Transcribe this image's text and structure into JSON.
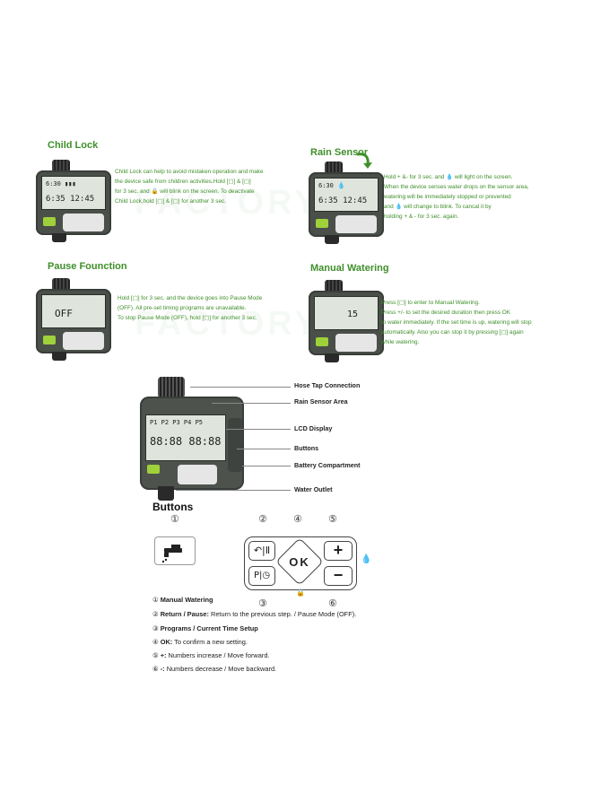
{
  "sections": {
    "child_lock": {
      "title": "Child Lock",
      "lines": [
        "Child Lock can help to avoid mistaken operation and make",
        " the device safe from children activities.Hold [▢] & [▢]",
        "for 3 sec. and 🔒 will blink on the screen. To deactivate",
        "Child Lock,hold [▢] & [▢] for another 3 sec."
      ]
    },
    "rain_sensor": {
      "title": "Rain Sensor",
      "lines": [
        "Hold + &- for 3 sec. and 💧 will light on the screen.",
        "When the device senses water drops on the sensor area,",
        "watering will be immediately stopped or prevented",
        "and 💧 will change to blink. To cancal it by",
        "holding + & - for 3 sec. again."
      ]
    },
    "pause": {
      "title": "Pause Founction",
      "lines": [
        "Hold [▢] for 3 sec. and the device goes into Pause Mode",
        "(OFF). All pre-set timing programs are unavailable.",
        "To stop Pause Mode (OFF), hold [▢] for another 3 sec."
      ],
      "lcd": "OFF"
    },
    "manual": {
      "title": "Manual Watering",
      "lines": [
        "Press [▢] to enter to Manual Watering.",
        "Press +/- to set the desired duration then press OK",
        "to water immediately. If the set time is up, watering will stop",
        "automatically. Also you can stop it by pressing [▢] again",
        "while watering."
      ],
      "lcd": "15"
    }
  },
  "device_labels": {
    "hose_tap": "Hose Tap Connection",
    "rain_sensor_area": "Rain Sensor Area",
    "lcd": "LCD Display",
    "buttons": "Buttons",
    "battery": "Battery Compartment",
    "outlet": "Water Outlet"
  },
  "buttons_section": {
    "title": "Buttons",
    "ok_label": "OK",
    "plus_label": "+",
    "minus_label": "−",
    "nums": [
      "①",
      "②",
      "③",
      "④",
      "⑤",
      "⑥"
    ]
  },
  "legend": [
    {
      "num": "①",
      "bold": "Manual Watering",
      "rest": ""
    },
    {
      "num": "②",
      "bold": "Return / Pause:",
      "rest": " Return to the previous step. / Pause Mode (OFF)."
    },
    {
      "num": "③",
      "bold": "Programs / Current Time Setup",
      "rest": ""
    },
    {
      "num": "④",
      "bold": "OK:",
      "rest": " To confirm a new setting."
    },
    {
      "num": "⑤",
      "bold": "+:",
      "rest": " Numbers increase / Move forward."
    },
    {
      "num": "⑥",
      "bold": "-:",
      "rest": " Numbers decrease / Move backward."
    }
  ],
  "colors": {
    "green": "#3f8f2a",
    "device": "#4a4f4a",
    "lcd": "#dfe5dc",
    "manual_button": "#9ed13a"
  }
}
